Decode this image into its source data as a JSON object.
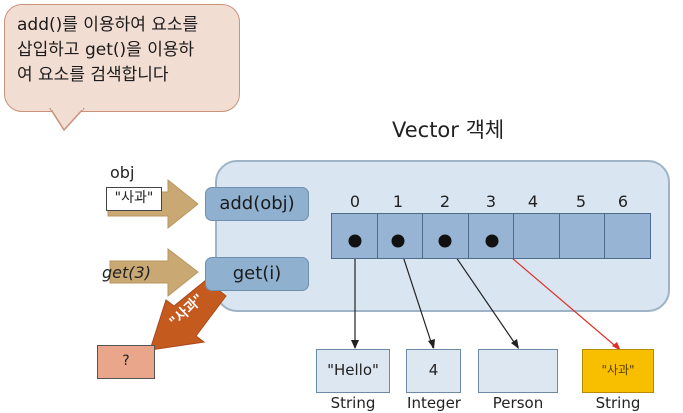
{
  "callout": {
    "line1": "add()를 이용하여 요소를",
    "line2": "삽입하고 get()을 이용하",
    "line3": "여 요소를 검색합니다"
  },
  "title": "Vector 객체",
  "inputs": {
    "obj_label": "obj",
    "obj_value": "\"사과\"",
    "get_call": "get(3)",
    "returned": "\"사과\"",
    "result_box": "?"
  },
  "methods": {
    "add": "add(obj)",
    "get": "get(i)"
  },
  "indices": [
    "0",
    "1",
    "2",
    "3",
    "4",
    "5",
    "6"
  ],
  "objects": [
    {
      "value": "\"Hello\"",
      "type": "String"
    },
    {
      "value": "4",
      "type": "Integer"
    },
    {
      "value": "",
      "type": "Person"
    },
    {
      "value": "\"사과\"",
      "type": "String"
    }
  ],
  "colors": {
    "container": "#d9e5f0",
    "method": "#8fb0cf",
    "cell": "#98b4d4",
    "arrow_in": "#c9a873",
    "arrow_out": "#c45a1e",
    "pointer_highlight": "#e0302a",
    "result_highlight": "#f7bf00"
  }
}
